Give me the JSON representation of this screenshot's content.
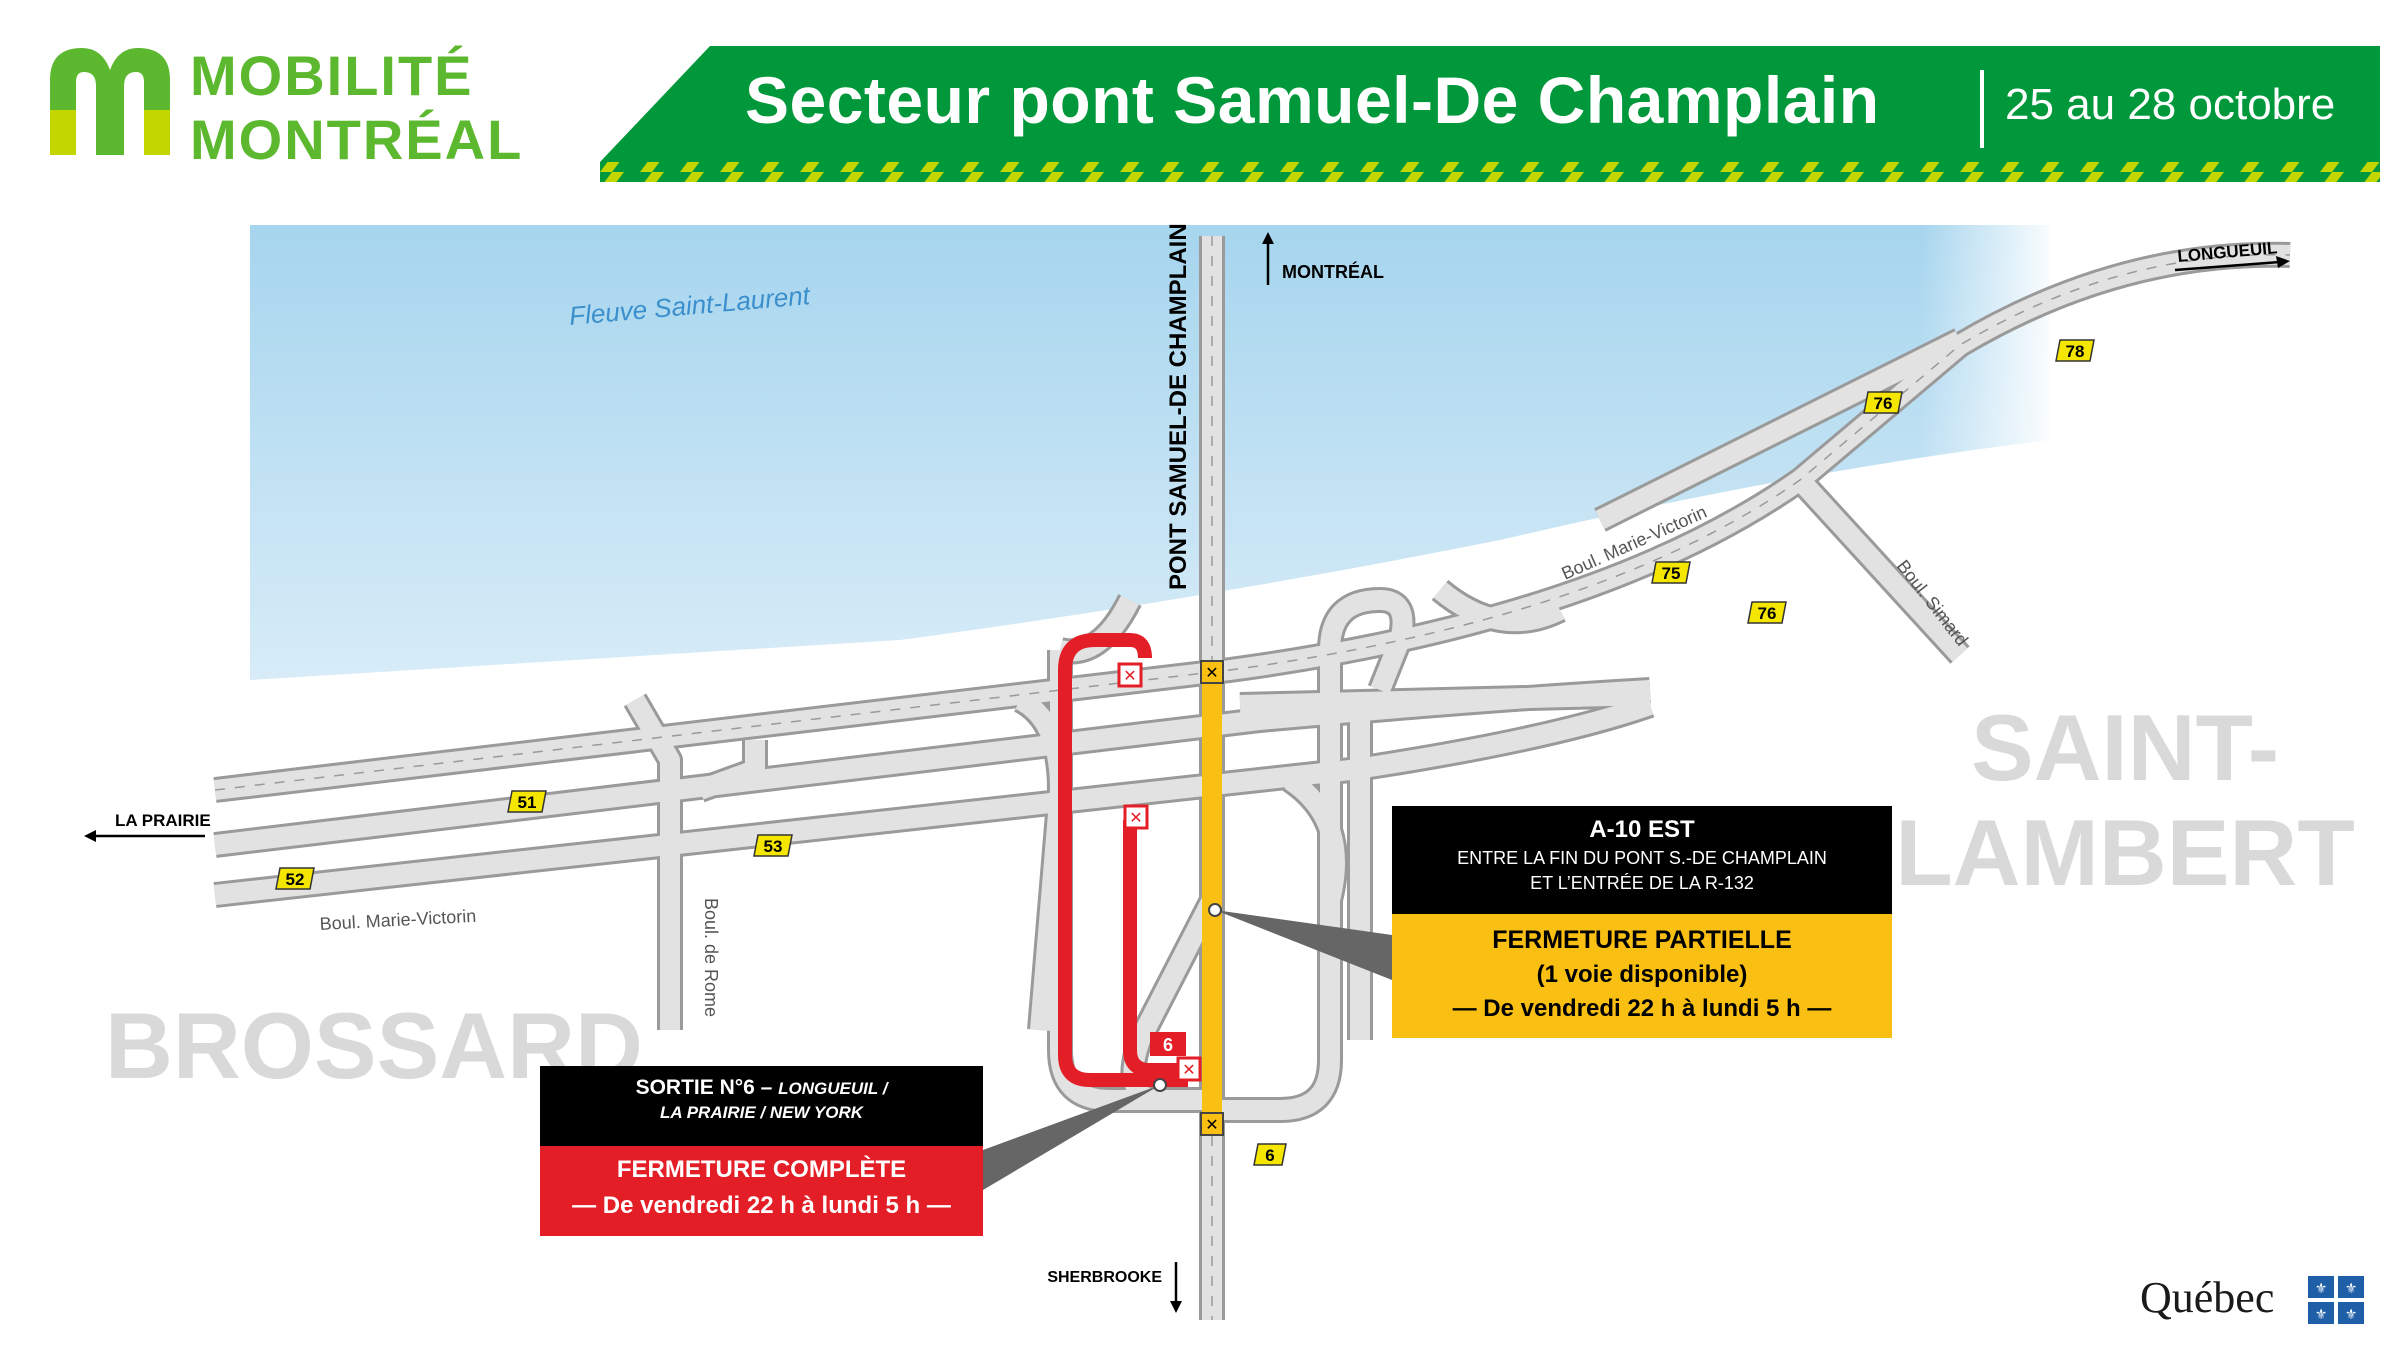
{
  "brand": {
    "line1": "MOBILITÉ",
    "line2": "MONTRÉAL",
    "color": "#5cb82e"
  },
  "header": {
    "title": "Secteur pont Samuel-De Champlain",
    "dates": "25 au 28 octobre",
    "color": "#00983a",
    "stripe_color": "#c4d600"
  },
  "map": {
    "river": "Fleuve Saint-Laurent",
    "bridge": "PONT SAMUEL-DE CHAMPLAIN",
    "directions": {
      "north": "MONTRÉAL",
      "south": "SHERBROOKE",
      "west": "LA PRAIRIE",
      "east": "LONGUEUIL"
    },
    "streets": {
      "marie_victorin_west": "Boul. Marie-Victorin",
      "marie_victorin_east": "Boul. Marie-Victorin",
      "rome": "Boul. de Rome",
      "simard": "Boul. Simard"
    },
    "areas": {
      "brossard": "BROSSARD",
      "saint_lambert_1": "SAINT-",
      "saint_lambert_2": "LAMBERT"
    },
    "exits": [
      "51",
      "52",
      "53",
      "75",
      "76",
      "76",
      "78",
      "6",
      "6"
    ],
    "colors": {
      "water": "#a6d5ee",
      "road": "#d2d2d2",
      "closure": "#e41e26",
      "partial": "#f9c013"
    }
  },
  "callout_partial": {
    "title": "A-10 EST",
    "sub1": "ENTRE LA FIN DU PONT S.-DE CHAMPLAIN",
    "sub2": "ET L’ENTRÉE DE LA R-132",
    "status": "FERMETURE PARTIELLE",
    "lanes": "(1 voie disponible)",
    "dates": "— De vendredi 22 h à lundi 5 h —"
  },
  "callout_full": {
    "title": "SORTIE N°6 – ",
    "dest1": "LONGUEUIL /",
    "dest2": "LA PRAIRIE / NEW YORK",
    "status": "FERMETURE COMPLÈTE",
    "dates": "— De vendredi 22 h à lundi 5 h —"
  },
  "footer": {
    "government": "Québec"
  }
}
